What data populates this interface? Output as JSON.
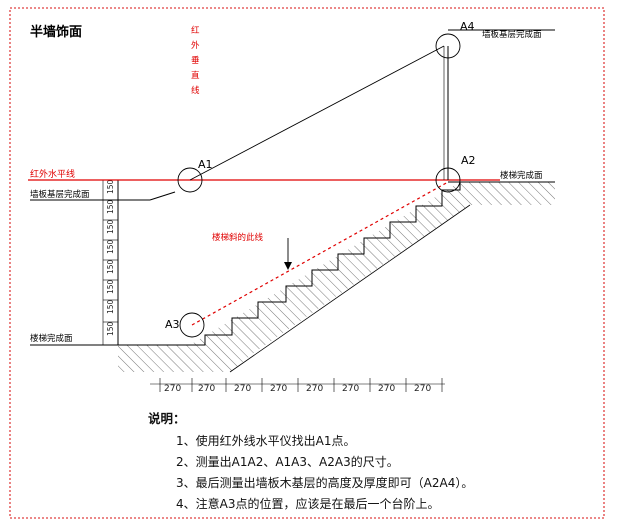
{
  "title": "半墙饰面",
  "labels": {
    "red_vertical": [
      "红",
      "外",
      "垂",
      "直",
      "线"
    ],
    "red_horizontal": "红外水平线",
    "wall_base_top": "墙板基层完成面",
    "stair_finish_left": "楼梯完成面",
    "stair_finish_right": "楼梯完成面",
    "wall_board_base": "墙板基层完成面",
    "slope_line": "楼梯斜的此线"
  },
  "points": {
    "a1": "A1",
    "a2": "A2",
    "a3": "A3",
    "a4": "A4"
  },
  "dims_vertical": [
    "150",
    "150",
    "150",
    "150",
    "150",
    "150",
    "150",
    "150"
  ],
  "dims_horizontal": [
    "270",
    "270",
    "270",
    "270",
    "270",
    "270",
    "270",
    "270"
  ],
  "notes": {
    "title": "说明：",
    "items": [
      "1、使用红外线水平仪找出A1点。",
      "2、测量出A1A2、A1A3、A2A3的尺寸。",
      "3、最后测量出墙板木基层的高度及厚度即可（A2A4）。",
      "4、注意A3点的位置，应该是在最后一个台阶上。"
    ]
  },
  "colors": {
    "frame": "#e04040",
    "red_line": "#e00000",
    "drawing": "#000000",
    "notes_text": "#111111"
  }
}
